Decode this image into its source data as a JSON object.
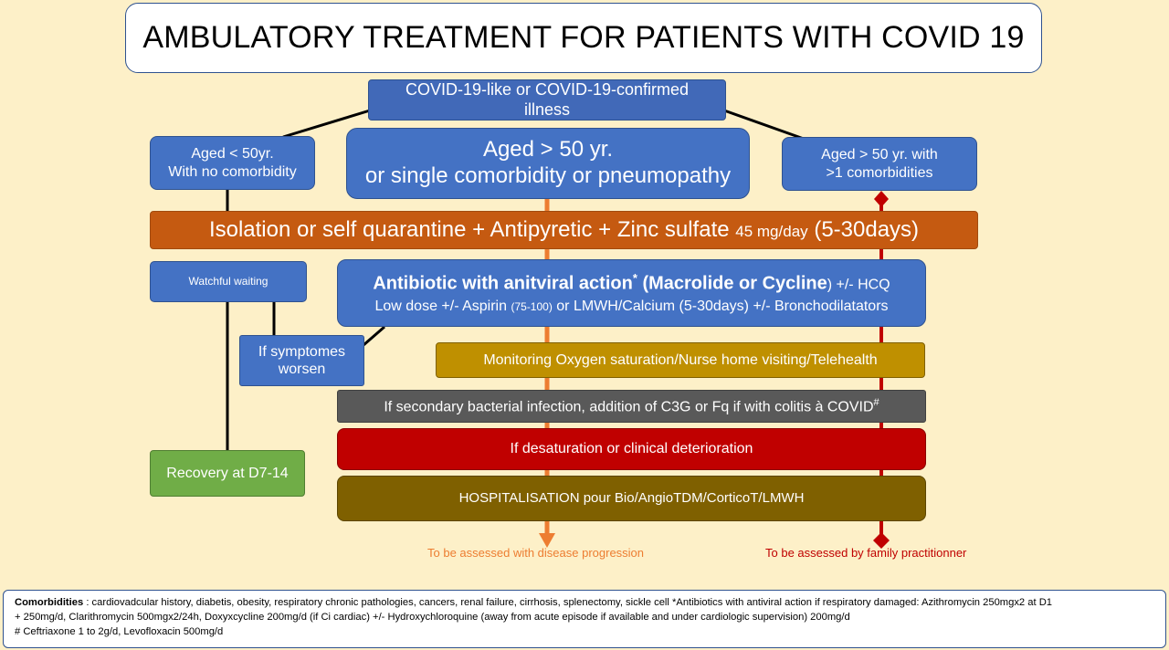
{
  "title": "AMBULATORY TREATMENT FOR PATIENTS WITH COVID 19",
  "covid_box": {
    "line1": "COVID-19-like or COVID-19-confirmed",
    "line2": "illness"
  },
  "aged_lt50": {
    "line1": "Aged < 50yr.",
    "line2": "With no comorbidity"
  },
  "aged_gt50": {
    "line1": "Aged > 50 yr.",
    "line2": "or single comorbidity or pneumopathy"
  },
  "aged_gt50_multi": {
    "line1": "Aged > 50 yr. with",
    "line2": ">1 comorbidities"
  },
  "isolation": {
    "main": "Isolation or self quarantine + Antipyretic + Zinc sulfate",
    "dose": "45 mg/day",
    "duration": "(5-30days)"
  },
  "watchful": "Watchful waiting",
  "antibiotic": {
    "bold_text": "Antibiotic with anitviral action",
    "star": "*",
    "paren_bold": "(Macrolide or Cycline",
    "tail": ") +/- HCQ",
    "line2_a": "Low dose +/- Aspirin",
    "line2_dose": "(75-100)",
    "line2_b": "or LMWH/Calcium (5-30days) +/- Bronchodilatators"
  },
  "symptoms": {
    "line1": "If symptomes",
    "line2": "worsen"
  },
  "monitoring": "Monitoring Oxygen saturation/Nurse home visiting/Telehealth",
  "secondary": {
    "text": "If secondary bacterial infection, addition of C3G or Fq if with colitis à COVID",
    "mark": "#"
  },
  "desaturation": "If desaturation or clinical deterioration",
  "hospitalisation": "HOSPITALISATION pour Bio/AngioTDM/CorticoT/LMWH",
  "recovery": "Recovery at D7-14",
  "notes": {
    "disease_progression": "To be assessed with disease progression",
    "family_practitioner": "To be assessed by family practitionner"
  },
  "footer": {
    "label": "Comorbidities",
    "line1": " : cardiovadcular history, diabetis, obesity, respiratory chronic pathologies, cancers, renal failure, cirrhosis, splenectomy, sickle cell *Antibiotics with antiviral action if respiratory damaged: Azithromycin 250mgx2 at D1",
    "line2": "+ 250mg/d, Clarithromycin 500mgx2/24h, Doxyxcycline 200mg/d (if Ci cardiac) +/- Hydroxychloroquine (away from acute episode if available and under cardiologic supervision) 200mg/d",
    "line3": "# Ceftriaxone 1 to 2g/d, Levofloxacin 500mg/d"
  },
  "colors": {
    "background": "#fdf0c8",
    "blue_box": "#4472c4",
    "orange_bar": "#c55a11",
    "gold_bar": "#bf9000",
    "grey_bar": "#595959",
    "red_bar": "#c00000",
    "olive_bar": "#7f6000",
    "green_box": "#70ad47",
    "orange_arrow": "#ed7d31",
    "red_arrow": "#c00000"
  }
}
